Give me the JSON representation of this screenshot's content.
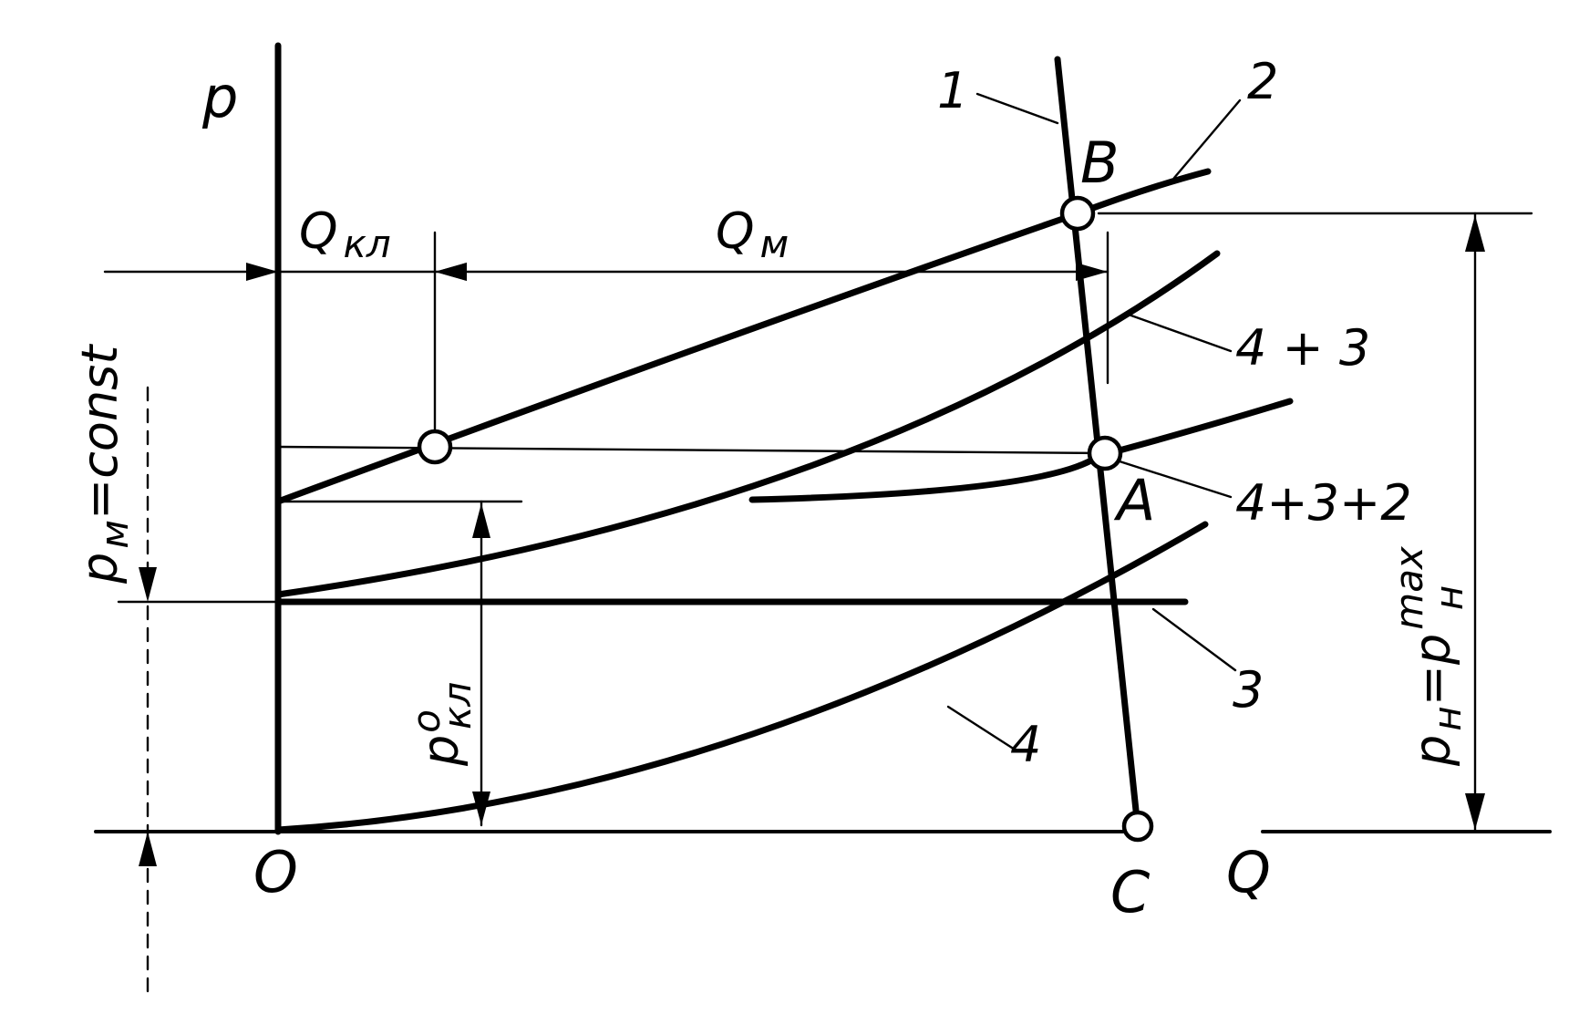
{
  "labels": {
    "axis_p": "p",
    "axis_q": "Q",
    "origin": "O",
    "point_b": "B",
    "point_a": "A",
    "point_c": "C",
    "curve_1": "1",
    "curve_2": "2",
    "curve_3": "3",
    "curve_4": "4",
    "curve_4_3": "4 + 3",
    "curve_4_3_2": "4+3+2",
    "q_kl": "Q",
    "q_kl_sub": "кл",
    "q_m": "Q",
    "q_m_sub": "м",
    "p_m_const": "p",
    "p_m_sub": "м",
    "p_m_rest": "=const",
    "p_kl_base": "p",
    "p_kl_sup": "o",
    "p_kl_sub": "кл",
    "p_n": "p",
    "p_n_sub": "н",
    "p_n_eq": "=p",
    "p_n_max_sup": "max",
    "p_n_max_sub": "н"
  }
}
